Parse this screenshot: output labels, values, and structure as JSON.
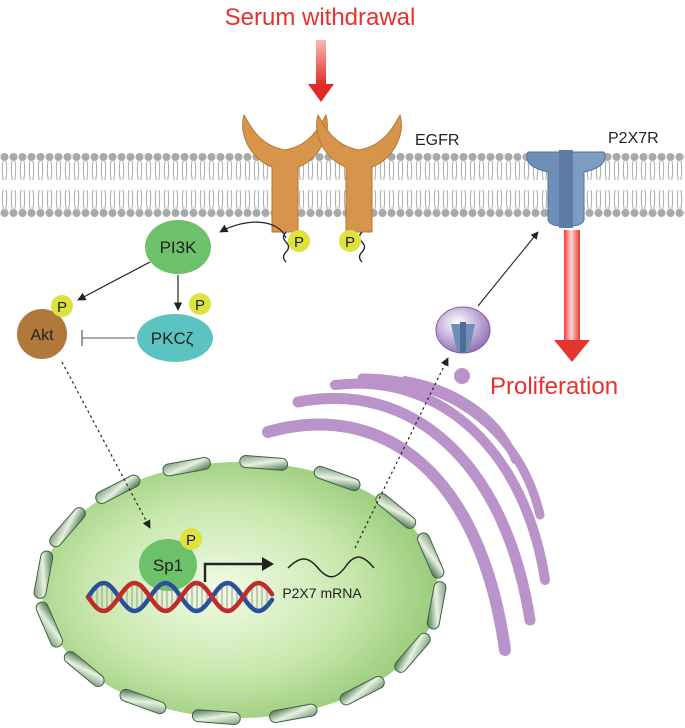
{
  "labels": {
    "serum_withdrawal": "Serum withdrawal",
    "egfr": "EGFR",
    "p2x7r": "P2X7R",
    "pi3k": "PI3K",
    "akt": "Akt",
    "pkc": "PKCζ",
    "sp1": "Sp1",
    "mrna": "P2X7 mRNA",
    "proliferation": "Proliferation",
    "phospho": "P"
  },
  "colors": {
    "stimulus_red": "#e8302d",
    "membrane_gray": "#a7a9ab",
    "egfr_orange": "#d6954a",
    "p2x7r_blue": "#6f8fb8",
    "pi3k_green": "#6cc16a",
    "akt_brown": "#b0783a",
    "pkc_teal": "#5cc4c0",
    "phospho_yellow": "#dde23c",
    "nucleus_green": "#b8df9a",
    "golgi_purple": "#b993c9",
    "dna_red": "#c02a2a",
    "dna_blue": "#2c4f9c"
  }
}
